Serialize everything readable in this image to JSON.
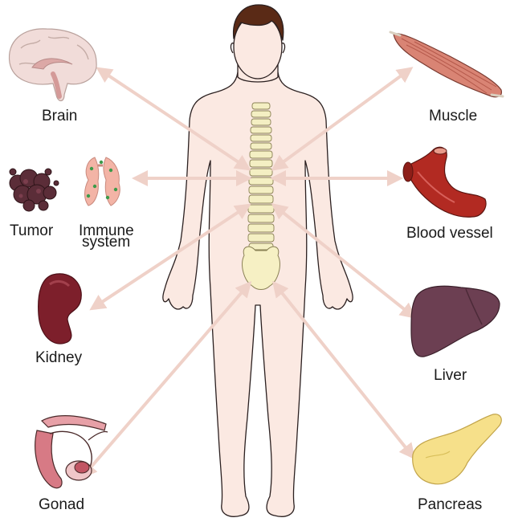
{
  "labels": {
    "brain": "Brain",
    "tumor": "Tumor",
    "immune_line1": "Immune",
    "immune_line2": "system",
    "kidney": "Kidney",
    "gonad": "Gonad",
    "muscle": "Muscle",
    "blood_vessel": "Blood vessel",
    "liver": "Liver",
    "pancreas": "Pancreas"
  },
  "colors": {
    "arrow": "#efd1c8",
    "skin": "#fbe9e2",
    "skin_outline": "#2b2020",
    "hair": "#5a2a16",
    "spine": "#f4efc3",
    "pelvis": "#f6f0c4",
    "brain": "#f1dcd9",
    "tumor": "#5b2d38",
    "immune": "#f3b4a6",
    "kidney": "#7d1f2b",
    "gonad": "#d77a85",
    "muscle": "#d98474",
    "blood_vessel": "#b22a22",
    "liver": "#6c3f52",
    "pancreas": "#f6e08a"
  },
  "icons": [
    "brain-icon",
    "tumor-icon",
    "immune-system-icon",
    "kidney-icon",
    "gonad-icon",
    "muscle-icon",
    "blood-vessel-icon",
    "liver-icon",
    "pancreas-icon"
  ]
}
